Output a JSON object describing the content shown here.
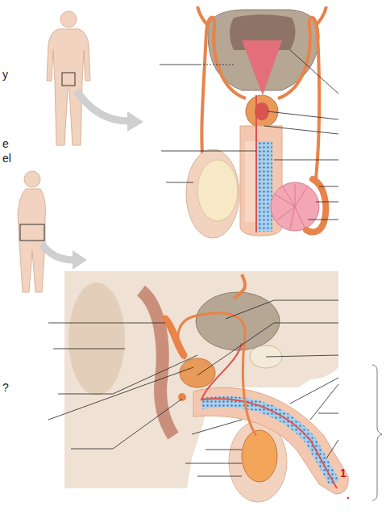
{
  "diagram": {
    "labels": [
      "y",
      "e",
      "el",
      "?",
      "1",
      "."
    ]
  }
}
